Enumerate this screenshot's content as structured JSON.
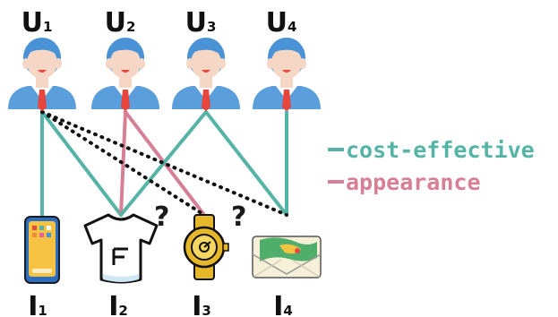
{
  "users": [
    {
      "label": "U",
      "sub": "1"
    },
    {
      "label": "U",
      "sub": "2"
    },
    {
      "label": "U",
      "sub": "3"
    },
    {
      "label": "U",
      "sub": "4"
    }
  ],
  "items": [
    {
      "label": "I",
      "sub": "1",
      "icon": "smartphone-icon"
    },
    {
      "label": "I",
      "sub": "2",
      "icon": "tshirt-icon"
    },
    {
      "label": "I",
      "sub": "3",
      "icon": "wristwatch-icon"
    },
    {
      "label": "I",
      "sub": "4",
      "icon": "envelope-icon"
    }
  ],
  "legend": [
    {
      "label": "cost-effective",
      "color": "#56b4a7"
    },
    {
      "label": "appearance",
      "color": "#d67f95"
    }
  ],
  "question_marks": [
    "?",
    "?"
  ],
  "colors": {
    "cost_effective": "#56b4a7",
    "appearance": "#d67f95",
    "unknown": "#111111",
    "user_suit": "#5a9fdc",
    "user_tie": "#e8453c"
  }
}
